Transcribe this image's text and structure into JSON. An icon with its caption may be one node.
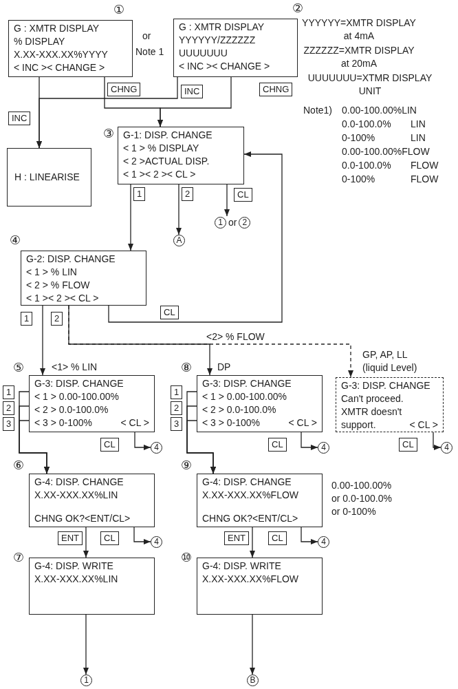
{
  "diagram": {
    "nodes": [
      {
        "text": [
          "G : XMTR DISPLAY",
          "% DISPLAY",
          "X.XX-XXX.XX%YYYY",
          "< INC >< CHANGE >"
        ],
        "beside": [
          "①"
        ]
      },
      {
        "text": [
          "G : XMTR DISPLAY",
          "YYYYYY/ZZZZZZ",
          "UUUUUUU",
          "< INC >< CHANGE >"
        ],
        "beside": [
          "②"
        ]
      },
      {
        "text": [
          "H : LINEARISE"
        ]
      },
      {
        "text": [
          "G-1: DISP. CHANGE",
          "< 1 > % DISPLAY",
          "< 2 >ACTUAL DISP.",
          "< 1 >< 2 >< CL >"
        ],
        "beside": [
          "③"
        ]
      },
      {
        "text": [
          "1",
          "or",
          "2"
        ]
      },
      {
        "text": [
          "A"
        ]
      },
      {
        "text": [
          "G-2: DISP. CHANGE",
          "< 1 > % LIN",
          "< 2 > % FLOW",
          "< 1 >< 2 >< CL >"
        ],
        "beside": [
          "④"
        ]
      },
      {
        "text": [
          "G-3: DISP. CHANGE",
          "< 1 > 0.00-100.00%",
          "< 2 > 0.0-100.0%",
          "< 3 > 0-100%",
          "< CL >"
        ],
        "beside": [
          "⑤"
        ]
      },
      {
        "text": [
          "G-3: DISP. CHANGE",
          "< 1 > 0.00-100.00%",
          "< 2 > 0.0-100.0%",
          "< 3 > 0-100%",
          "< CL >"
        ],
        "beside": [
          "⑧"
        ]
      },
      {
        "text": [
          "G-3: DISP. CHANGE",
          "Can't proceed.",
          "XMTR doesn't",
          "support.",
          "< CL >"
        ]
      },
      {
        "text": [
          "4"
        ]
      },
      {
        "text": [
          "4"
        ]
      },
      {
        "text": [
          "4"
        ]
      },
      {
        "text": [
          "G-4: DISP. CHANGE",
          "X.XX-XXX.XX%LIN",
          "CHNG OK?<ENT/CL>"
        ],
        "beside": [
          "⑥"
        ]
      },
      {
        "text": [
          "G-4: DISP. CHANGE",
          "X.XX-XXX.XX%FLOW",
          "CHNG OK?<ENT/CL>"
        ],
        "beside": [
          "⑨"
        ]
      },
      {
        "text": [
          "4"
        ]
      },
      {
        "text": [
          "4"
        ]
      },
      {
        "text": [
          "G-4: DISP. WRITE",
          "X.XX-XXX.XX%LIN"
        ],
        "beside": [
          "⑦"
        ]
      },
      {
        "text": [
          "G-4: DISP. WRITE",
          "X.XX-XXX.XX%FLOW"
        ],
        "beside": [
          "⑩"
        ]
      },
      {
        "text": [
          "1"
        ]
      },
      {
        "text": [
          "B"
        ]
      }
    ],
    "edges": [
      {
        "from": 0,
        "to": 2,
        "arrow": "to",
        "label": "INC"
      },
      {
        "from": 1,
        "to": 2,
        "arrow": "to",
        "label": "INC"
      },
      {
        "from": 0,
        "to": 3,
        "arrow": "to",
        "label": "CHNG"
      },
      {
        "from": 1,
        "to": 3,
        "arrow": "to",
        "label": "CHNG"
      },
      {
        "from": 3,
        "to": 6,
        "arrow": "to",
        "label": "1"
      },
      {
        "from": 3,
        "to": 5,
        "arrow": "to",
        "label": "2"
      },
      {
        "from": 3,
        "to": 4,
        "arrow": "to",
        "label": "CL"
      },
      {
        "from": 6,
        "to": 3,
        "arrow": "to",
        "label": "CL"
      },
      {
        "from": 6,
        "to": 7,
        "arrow": "to",
        "label": "1"
      },
      {
        "from": 6,
        "to": 8,
        "arrow": "to",
        "label": "2"
      },
      {
        "from": 6,
        "to": 9,
        "arrow": "to",
        "style": "dashed"
      },
      {
        "from": 7,
        "to": 13,
        "arrow": "to",
        "label": "1"
      },
      {
        "from": 7,
        "to": 13,
        "arrow": "to",
        "label": "2"
      },
      {
        "from": 7,
        "to": 13,
        "arrow": "to",
        "label": "3"
      },
      {
        "from": 7,
        "to": 10,
        "arrow": "to",
        "label": "CL"
      },
      {
        "from": 8,
        "to": 14,
        "arrow": "to",
        "label": "1"
      },
      {
        "from": 8,
        "to": 14,
        "arrow": "to",
        "label": "2"
      },
      {
        "from": 8,
        "to": 14,
        "arrow": "to",
        "label": "3"
      },
      {
        "from": 8,
        "to": 11,
        "arrow": "to",
        "label": "CL"
      },
      {
        "from": 9,
        "to": 12,
        "arrow": "to",
        "label": "CL"
      },
      {
        "from": 13,
        "to": 17,
        "arrow": "to",
        "label": "ENT"
      },
      {
        "from": 13,
        "to": 15,
        "arrow": "to",
        "label": "CL"
      },
      {
        "from": 14,
        "to": 18,
        "arrow": "to",
        "label": "ENT"
      },
      {
        "from": 14,
        "to": 16,
        "arrow": "to",
        "label": "CL"
      },
      {
        "from": 17,
        "to": 19,
        "arrow": "to"
      },
      {
        "from": 18,
        "to": 20,
        "arrow": "to"
      }
    ],
    "labels": [
      "or",
      "Note 1",
      "YYYYYY=XMTR DISPLAY at 4mA",
      "ZZZZZZ=XMTR DISPLAY at 20mA",
      "UUUUUUU=XTMR DISPLAY UNIT",
      "Note1)",
      "0.00-100.00%LIN",
      "0.0-100.0%",
      "LIN",
      "0-100%",
      "LIN",
      "0.00-100.00%FLOW",
      "0.0-100.0%",
      "FLOW",
      "0-100%",
      "FLOW",
      "<2> % FLOW",
      "<1> % LIN",
      "DP",
      "GP, AP, LL (liquid Level)",
      "0.00-100.00% or 0.0-100.0% or 0-100%"
    ]
  }
}
